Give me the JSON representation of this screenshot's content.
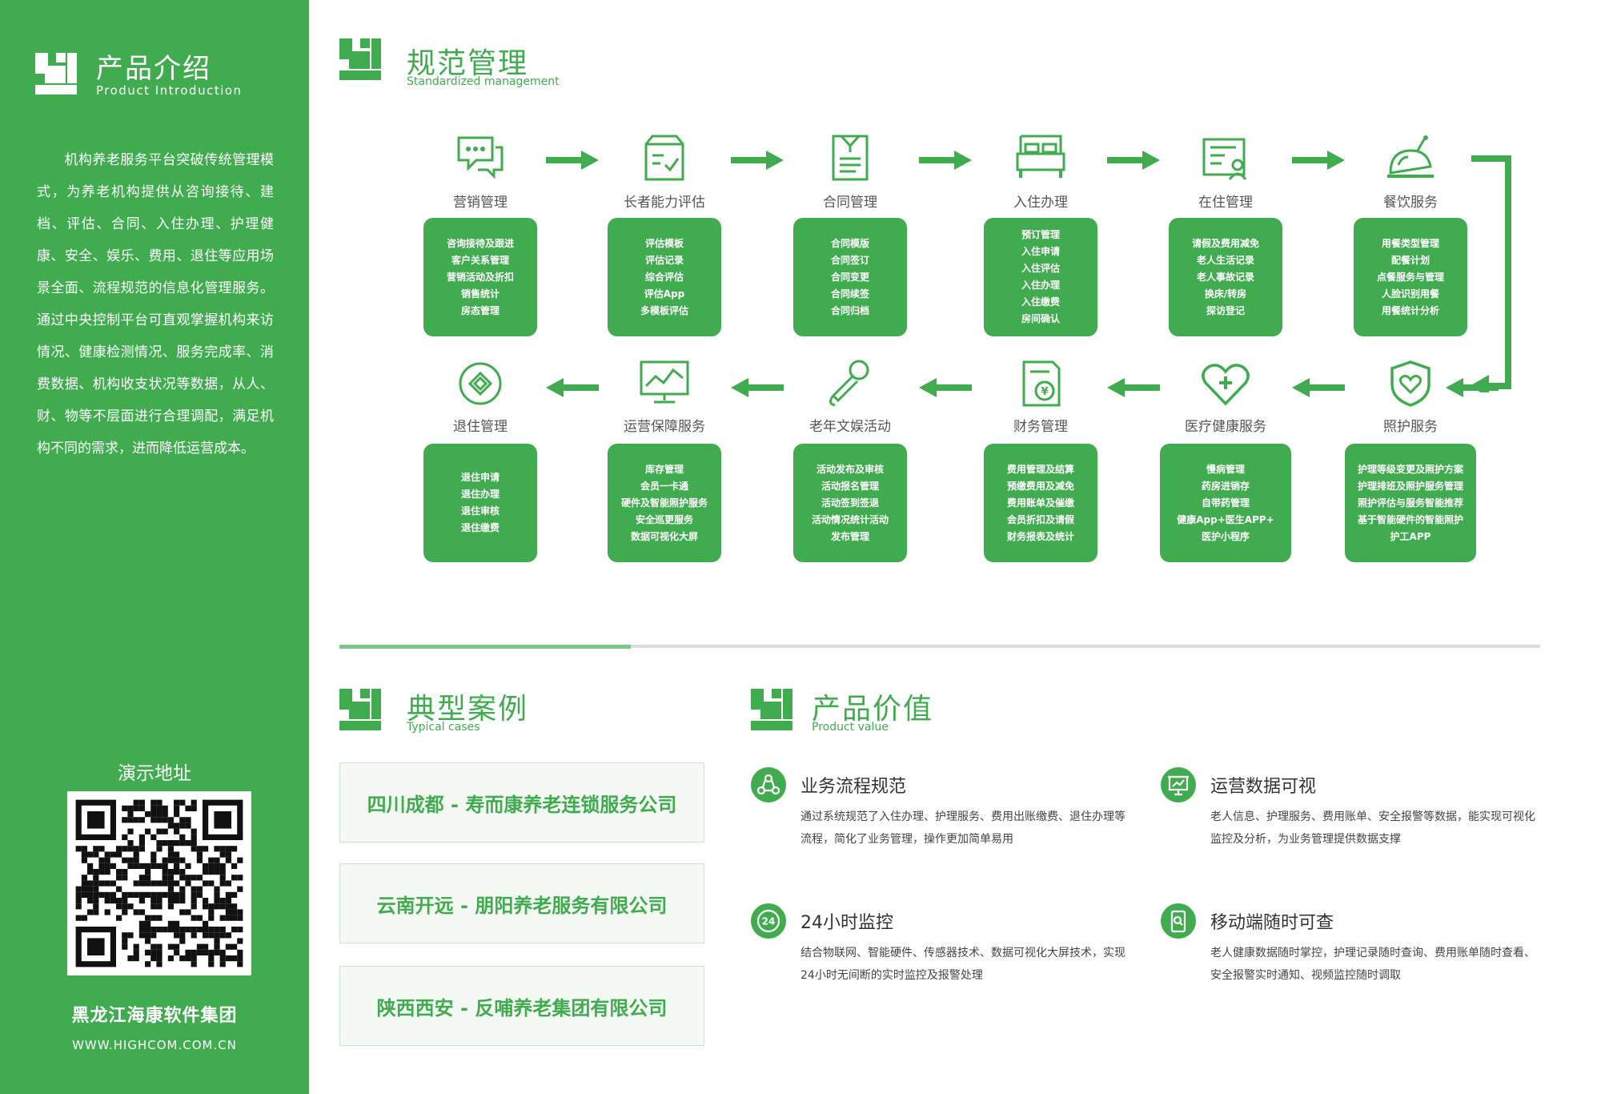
{
  "sidebar": {
    "title": "产品介绍",
    "subtitle": "Product Introduction",
    "intro": "机构养老服务平台突破传统管理模式，为养老机构提供从咨询接待、建档、评估、合同、入住办理、护理健康、安全、娱乐、费用、退住等应用场景全面、流程规范的信息化管理服务。通过中央控制平台可直观掌握机构来访情况、健康检测情况、服务完成率、消费数据、机构收支状况等数据，从人、财、物等不层面进行合理调配，满足机构不同的需求，进而降低运营成本。",
    "demo_label": "演示地址",
    "company": "黑龙江海康软件集团",
    "website": "WWW.HIGHCOM.COM.CN"
  },
  "section_manage": {
    "title": "规范管理",
    "subtitle": "Standardized management"
  },
  "flow_top": [
    {
      "label": "营销管理",
      "icon": "chat-bubbles-icon",
      "items": [
        "咨询接待及跟进",
        "客户关系管理",
        "营销活动及折扣",
        "销售统计",
        "房态管理"
      ]
    },
    {
      "label": "长者能力评估",
      "icon": "assessment-box-icon",
      "items": [
        "评估模板",
        "评估记录",
        "综合评估",
        "评估App",
        "多模板评估"
      ]
    },
    {
      "label": "合同管理",
      "icon": "contract-document-icon",
      "items": [
        "合同模版",
        "合同签订",
        "合同变更",
        "合同续签",
        "合同归档"
      ]
    },
    {
      "label": "入住办理",
      "icon": "bed-icon",
      "items": [
        "预订管理",
        "入住申请",
        "入住评估",
        "入住办理",
        "入住缴费",
        "房间确认"
      ]
    },
    {
      "label": "在住管理",
      "icon": "resident-card-icon",
      "items": [
        "请假及费用减免",
        "老人生活记录",
        "老人事故记录",
        "换床/转房",
        "探访登记"
      ]
    },
    {
      "label": "餐饮服务",
      "icon": "roast-chicken-icon",
      "items": [
        "用餐类型管理",
        "配餐计划",
        "点餐服务与管理",
        "人脸识别用餐",
        "用餐统计分析"
      ]
    }
  ],
  "flow_bottom": [
    {
      "label": "退住管理",
      "icon": "checkout-circle-icon",
      "items": [
        "退住申请",
        "退住办理",
        "退住审核",
        "退住缴费"
      ]
    },
    {
      "label": "运营保障服务",
      "icon": "monitor-chart-icon",
      "items": [
        "库存管理",
        "会员一卡通",
        "硬件及智能照护服务",
        "安全巡更服务",
        "数据可视化大屏"
      ]
    },
    {
      "label": "老年文娱活动",
      "icon": "microphone-icon",
      "items": [
        "活动发布及审核",
        "活动报名管理",
        "活动签到签退",
        "活动情况统计活动",
        "发布管理"
      ]
    },
    {
      "label": "财务管理",
      "icon": "finance-document-icon",
      "items": [
        "费用管理及结算",
        "预缴费用及减免",
        "费用账单及催缴",
        "会员折扣及请假",
        "财务报表及统计"
      ]
    },
    {
      "label": "医疗健康服务",
      "icon": "heart-plus-icon",
      "items": [
        "慢病管理",
        "药房进销存",
        "自带药管理",
        "健康App+医生APP+",
        "医护小程序"
      ]
    },
    {
      "label": "照护服务",
      "icon": "shield-heart-icon",
      "items": [
        "护理等级变更及照护方案",
        "护理排班及照护服务管理",
        "照护评估与服务智能推荐",
        "基于智能硬件的智能照护",
        "护工APP"
      ]
    }
  ],
  "section_cases": {
    "title": "典型案例",
    "subtitle": "Typical cases"
  },
  "cases": [
    "四川成都 - 寿而康养老连锁服务公司",
    "云南开远 - 朋阳养老服务有限公司",
    "陕西西安 - 反哺养老集团有限公司"
  ],
  "section_value": {
    "title": "产品价值",
    "subtitle": "Product value"
  },
  "values": [
    {
      "title": "业务流程规范",
      "icon": "workflow-icon",
      "desc": "通过系统规范了入住办理、护理服务、费用出账缴费、退住办理等流程，简化了业务管理，操作更加简单易用"
    },
    {
      "title": "运营数据可视",
      "icon": "presentation-chart-icon",
      "desc": "老人信息、护理服务、费用账单、安全报警等数据，能实现可视化监控及分析，为业务管理提供数据支撑"
    },
    {
      "title": "24小时监控",
      "icon": "24-hours-icon",
      "desc": "结合物联网、智能硬件、传感器技术、数据可视化大屏技术，实现24小时无间断的实时监控及报警处理"
    },
    {
      "title": "移动端随时可查",
      "icon": "mobile-search-icon",
      "desc": "老人健康数据随时掌控，护理记录随时查询、费用账单随时查看、安全报警实时通知、视频监控随时调取"
    }
  ],
  "colors": {
    "brand": "#41ab4f",
    "card_bg": "#f4f9f4",
    "divider": "#dcdcdc",
    "divider_active": "#7bc888"
  }
}
